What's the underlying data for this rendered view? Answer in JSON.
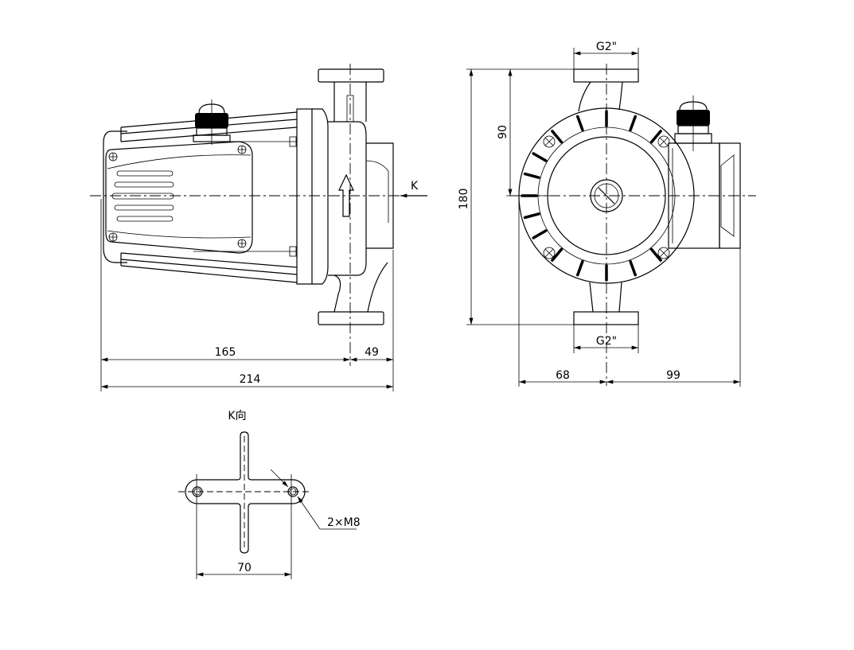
{
  "drawing": {
    "side_view": {
      "view_arrow_label": "K",
      "dim_motor_length": "165",
      "dim_pump_depth": "49",
      "dim_total_length": "214"
    },
    "front_view": {
      "dim_inlet_thread": "G2\"",
      "dim_outlet_thread": "G2\"",
      "dim_total_height": "180",
      "dim_half_height": "90",
      "dim_left_width": "68",
      "dim_right_width": "99"
    },
    "k_view": {
      "title": "K向",
      "hole_spec": "2×M8",
      "dim_hole_spacing": "70"
    }
  }
}
